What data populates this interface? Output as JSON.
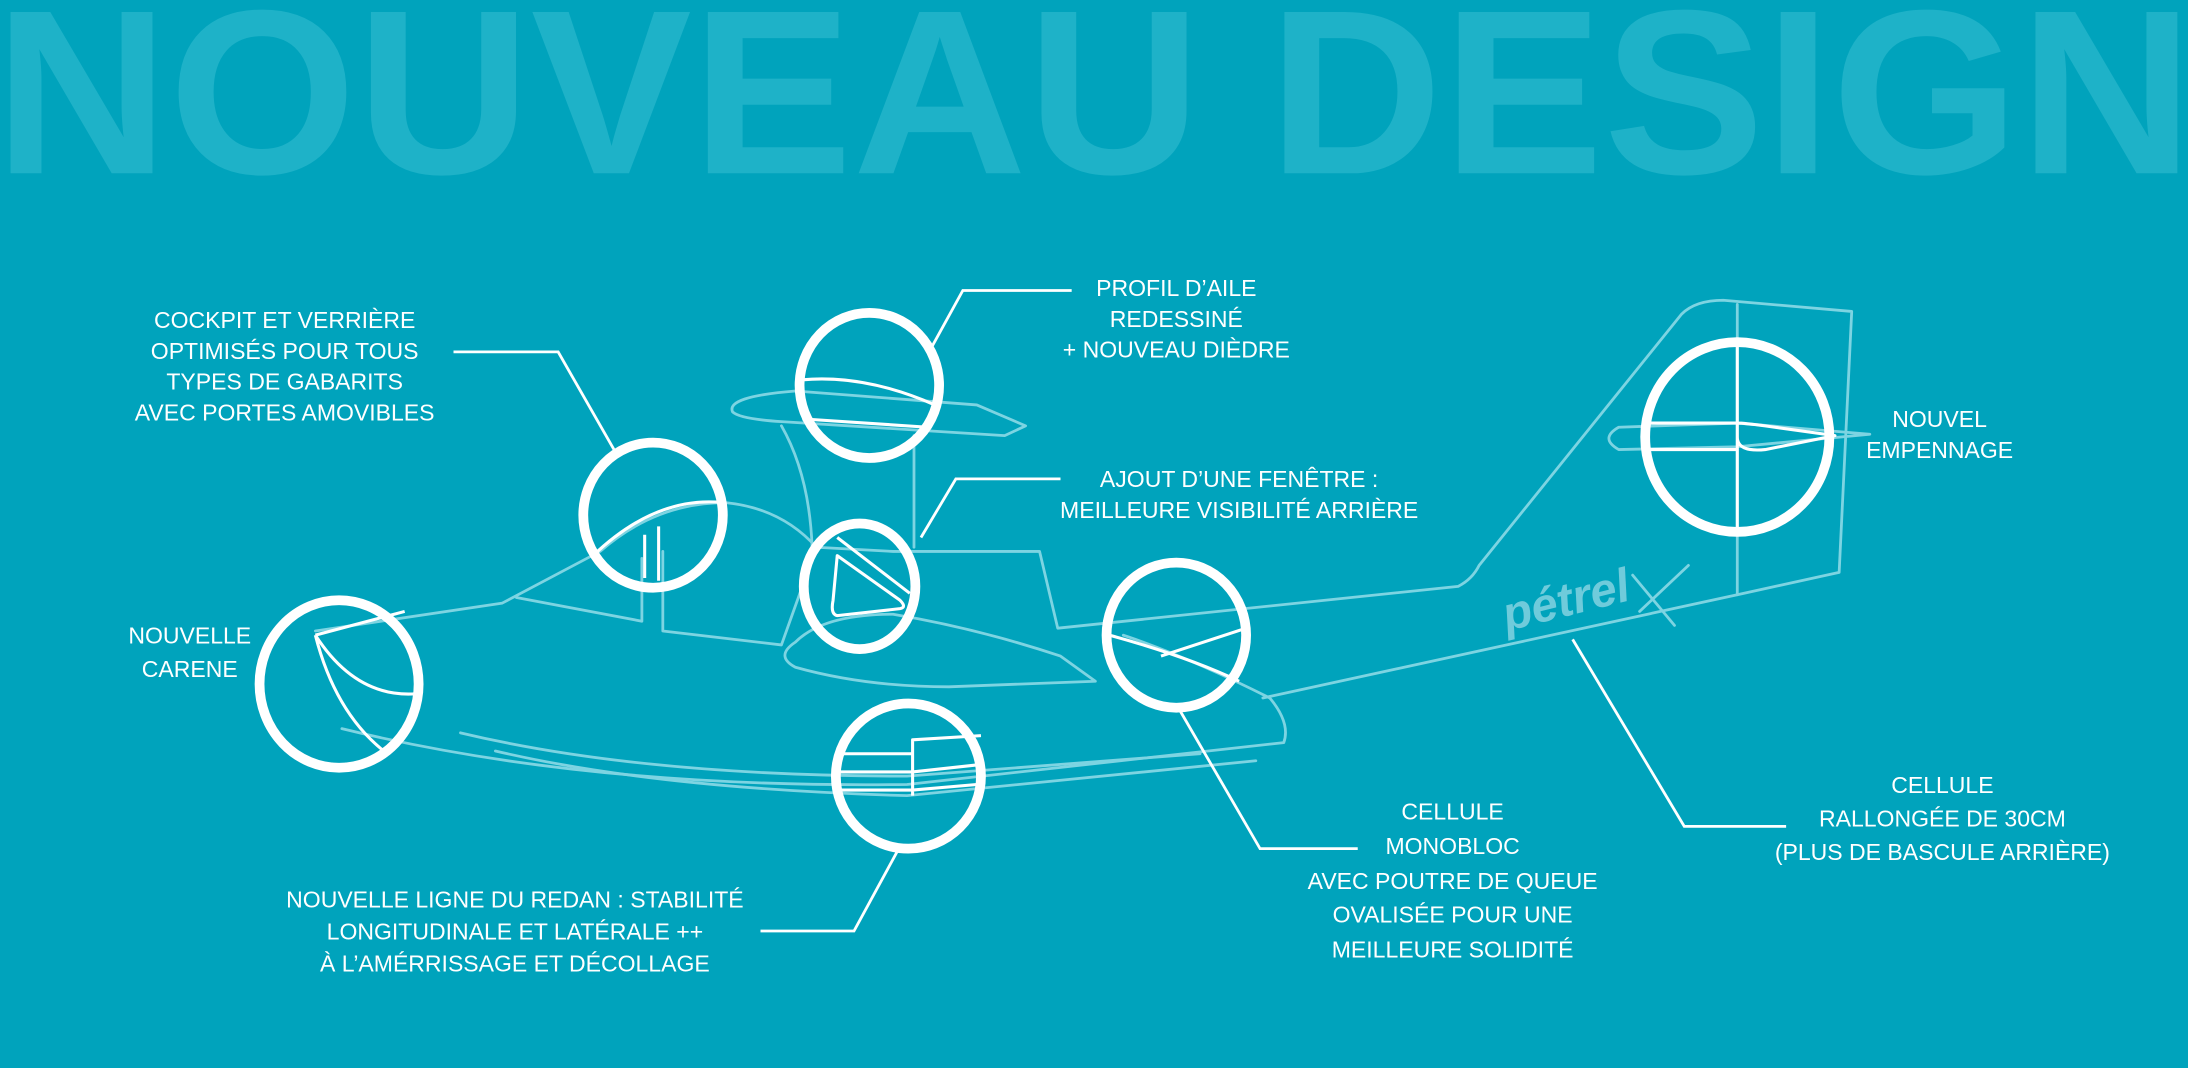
{
  "title": "NOUVEAU DESIGN",
  "logo": "pétrel",
  "colors": {
    "background": "#00a3bc",
    "title": "#1eb2c8",
    "plane_lines": "#7dd4e2",
    "callouts": "#ffffff"
  },
  "callouts": {
    "cockpit": [
      "COCKPIT ET VERRIÈRE",
      "OPTIMISÉS POUR TOUS",
      "TYPES DE GABARITS",
      "AVEC PORTES AMOVIBLES"
    ],
    "carene": [
      "NOUVELLE",
      "CARENE"
    ],
    "wing": [
      "PROFIL D’AILE",
      "REDESSINÉ",
      "+ NOUVEAU DIÈDRE"
    ],
    "window": [
      "AJOUT D’UNE FENÊTRE :",
      "MEILLEURE VISIBILITÉ ARRIÈRE"
    ],
    "tail": [
      "NOUVEL",
      "EMPENNAGE"
    ],
    "redan": [
      "NOUVELLE LIGNE DU REDAN : STABILITÉ",
      "LONGITUDINALE ET LATÉRALE ++",
      "À L’AMÉRRISSAGE ET DÉCOLLAGE"
    ],
    "monobloc": [
      "CELLULE",
      "MONOBLOC",
      "AVEC POUTRE DE QUEUE",
      "OVALISÉE POUR UNE",
      "MEILLEURE SOLIDITÉ"
    ],
    "rallongee": [
      "CELLULE",
      "RALLONGÉE DE 30CM",
      "(PLUS DE BASCULE ARRIÈRE)"
    ]
  }
}
